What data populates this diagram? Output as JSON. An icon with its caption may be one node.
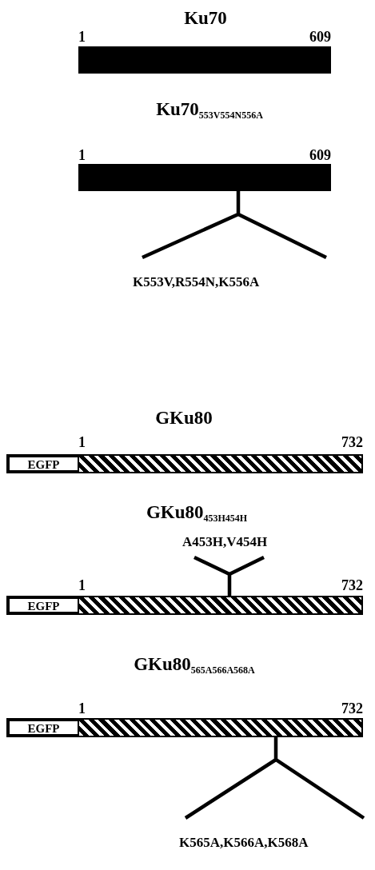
{
  "diagram": {
    "nodes": [
      {
        "text": [
          "Ku70"
        ]
      },
      {
        "text": [
          "Ku70$_{553V554N556A}$"
        ]
      },
      {
        "text": [
          "K553V,R554N,K556A"
        ]
      },
      {
        "text": [
          "GKu80"
        ]
      },
      {
        "text": [
          "EGFP"
        ],
        "in": 3
      },
      {
        "text": [
          "GKu80$_{453H454H}$"
        ]
      },
      {
        "text": [
          "A453H,V454H"
        ]
      },
      {
        "text": [
          "EGFP"
        ],
        "in": 5
      },
      {
        "text": [
          "GKu80$_{565A566A568A}$"
        ]
      },
      {
        "text": [
          "EGFP"
        ],
        "in": 8
      },
      {
        "text": [
          "K565A,K566A,K568A"
        ]
      }
    ],
    "edges": [
      {
        "from": 2,
        "to": 1,
        "arrow": "none"
      },
      {
        "from": 6,
        "to": 5,
        "arrow": "none"
      },
      {
        "from": 10,
        "to": 8,
        "arrow": "none"
      }
    ],
    "labels": [
      "1",
      "609",
      "1",
      "609",
      "1",
      "732",
      "1",
      "732",
      "1",
      "732"
    ]
  }
}
